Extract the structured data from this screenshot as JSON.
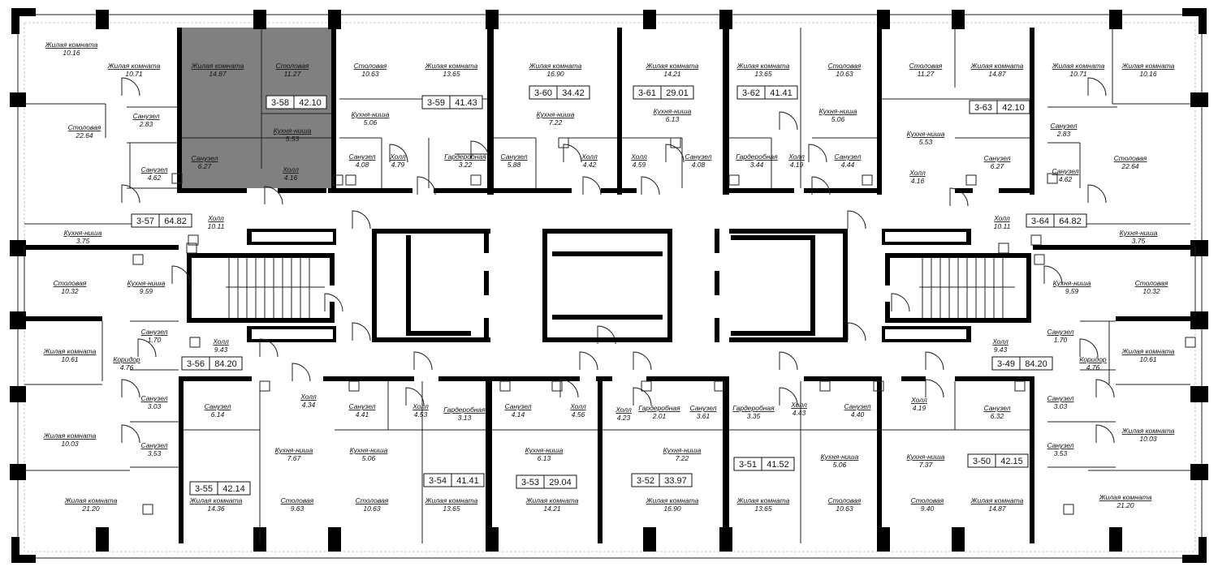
{
  "highlight_color": "#808080",
  "apartments": [
    {
      "id": "3-57",
      "area": "64.82"
    },
    {
      "id": "3-58",
      "area": "42.10",
      "selected": true
    },
    {
      "id": "3-59",
      "area": "41.43"
    },
    {
      "id": "3-60",
      "area": "34.42"
    },
    {
      "id": "3-61",
      "area": "29.01"
    },
    {
      "id": "3-62",
      "area": "41.41"
    },
    {
      "id": "3-63",
      "area": "42.10"
    },
    {
      "id": "3-64",
      "area": "64.82"
    },
    {
      "id": "3-56",
      "area": "84.20"
    },
    {
      "id": "3-49",
      "area": "84.20"
    },
    {
      "id": "3-55",
      "area": "42.14"
    },
    {
      "id": "3-54",
      "area": "41.41"
    },
    {
      "id": "3-53",
      "area": "29.04"
    },
    {
      "id": "3-52",
      "area": "33.97"
    },
    {
      "id": "3-51",
      "area": "41.52"
    },
    {
      "id": "3-50",
      "area": "42.15"
    }
  ],
  "rooms": [
    {
      "name": "Жилая комната",
      "area": "10.16"
    },
    {
      "name": "Жилая комната",
      "area": "10.71"
    },
    {
      "name": "Столовая",
      "area": "22.64"
    },
    {
      "name": "Санузел",
      "area": "2.83"
    },
    {
      "name": "Санузел",
      "area": "4.62"
    },
    {
      "name": "Холл",
      "area": "10.11"
    },
    {
      "name": "Кухня-ниша",
      "area": "3.75"
    },
    {
      "name": "Жилая комната",
      "area": "14.87"
    },
    {
      "name": "Столовая",
      "area": "11.27"
    },
    {
      "name": "Кухня-ниша",
      "area": "5.53"
    },
    {
      "name": "Санузел",
      "area": "6.27"
    },
    {
      "name": "Холл",
      "area": "4.16"
    },
    {
      "name": "Столовая",
      "area": "10.63"
    },
    {
      "name": "Жилая комната",
      "area": "13.65"
    },
    {
      "name": "Кухня-ниша",
      "area": "5.06"
    },
    {
      "name": "Санузел",
      "area": "4.08"
    },
    {
      "name": "Холл",
      "area": "4.79"
    },
    {
      "name": "Гардеробная",
      "area": "3.22"
    },
    {
      "name": "Жилая комната",
      "area": "16.90"
    },
    {
      "name": "Кухня-ниша",
      "area": "7.22"
    },
    {
      "name": "Санузел",
      "area": "5.88"
    },
    {
      "name": "Холл",
      "area": "4.42"
    },
    {
      "name": "Жилая комната",
      "area": "14.21"
    },
    {
      "name": "Кухня-ниша",
      "area": "6.13"
    },
    {
      "name": "Холл",
      "area": "4.59"
    },
    {
      "name": "Санузел",
      "area": "4.08"
    },
    {
      "name": "Жилая комната",
      "area": "13.65"
    },
    {
      "name": "Столовая",
      "area": "10.63"
    },
    {
      "name": "Кухня-ниша",
      "area": "5.06"
    },
    {
      "name": "Гардеробная",
      "area": "3.44"
    },
    {
      "name": "Холл",
      "area": "4.19"
    },
    {
      "name": "Санузел",
      "area": "4.44"
    },
    {
      "name": "Столовая",
      "area": "11.27"
    },
    {
      "name": "Жилая комната",
      "area": "14.87"
    },
    {
      "name": "Кухня-ниша",
      "area": "5.53"
    },
    {
      "name": "Холл",
      "area": "4.16"
    },
    {
      "name": "Санузел",
      "area": "6.27"
    },
    {
      "name": "Жилая комната",
      "area": "10.71"
    },
    {
      "name": "Жилая комната",
      "area": "10.16"
    },
    {
      "name": "Санузел",
      "area": "2.83"
    },
    {
      "name": "Санузел",
      "area": "4.62"
    },
    {
      "name": "Столовая",
      "area": "22.64"
    },
    {
      "name": "Холл",
      "area": "10.11"
    },
    {
      "name": "Кухня-ниша",
      "area": "3.75"
    },
    {
      "name": "Столовая",
      "area": "10.32"
    },
    {
      "name": "Кухня-ниша",
      "area": "9.59"
    },
    {
      "name": "Санузел",
      "area": "1.70"
    },
    {
      "name": "Холл",
      "area": "9.43"
    },
    {
      "name": "Жилая комната",
      "area": "10.61"
    },
    {
      "name": "Коридор",
      "area": "4.76"
    },
    {
      "name": "Санузел",
      "area": "3.03"
    },
    {
      "name": "Жилая комната",
      "area": "10.03"
    },
    {
      "name": "Санузел",
      "area": "3.53"
    },
    {
      "name": "Жилая комната",
      "area": "21.20"
    },
    {
      "name": "Кухня-ниша",
      "area": "9.59"
    },
    {
      "name": "Столовая",
      "area": "10.32"
    },
    {
      "name": "Холл",
      "area": "9.43"
    },
    {
      "name": "Санузел",
      "area": "1.70"
    },
    {
      "name": "Жилая комната",
      "area": "10.61"
    },
    {
      "name": "Коридор",
      "area": "4.76"
    },
    {
      "name": "Санузел",
      "area": "3.03"
    },
    {
      "name": "Жилая комната",
      "area": "10.03"
    },
    {
      "name": "Санузел",
      "area": "3.53"
    },
    {
      "name": "Жилая комната",
      "area": "21.20"
    },
    {
      "name": "Холл",
      "area": "4.34"
    },
    {
      "name": "Санузел",
      "area": "6.14"
    },
    {
      "name": "Кухня-ниша",
      "area": "7.67"
    },
    {
      "name": "Жилая комната",
      "area": "14.36"
    },
    {
      "name": "Столовая",
      "area": "9.63"
    },
    {
      "name": "Санузел",
      "area": "4.41"
    },
    {
      "name": "Холл",
      "area": "4.53"
    },
    {
      "name": "Гардеробная",
      "area": "3.13"
    },
    {
      "name": "Кухня-ниша",
      "area": "5.06"
    },
    {
      "name": "Столовая",
      "area": "10.63"
    },
    {
      "name": "Жилая комната",
      "area": "13.65"
    },
    {
      "name": "Санузел",
      "area": "4.14"
    },
    {
      "name": "Холл",
      "area": "4.56"
    },
    {
      "name": "Кухня-ниша",
      "area": "6.13"
    },
    {
      "name": "Жилая комната",
      "area": "14.21"
    },
    {
      "name": "Холл",
      "area": "4.23"
    },
    {
      "name": "Гардеробная",
      "area": "2.01"
    },
    {
      "name": "Санузел",
      "area": "3.61"
    },
    {
      "name": "Кухня-ниша",
      "area": "7.22"
    },
    {
      "name": "Жилая комната",
      "area": "16.90"
    },
    {
      "name": "Гардеробная",
      "area": "3.35"
    },
    {
      "name": "Холл",
      "area": "4.43"
    },
    {
      "name": "Санузел",
      "area": "4.40"
    },
    {
      "name": "Кухня-ниша",
      "area": "5.06"
    },
    {
      "name": "Жилая комната",
      "area": "13.65"
    },
    {
      "name": "Столовая",
      "area": "10.63"
    },
    {
      "name": "Холл",
      "area": "4.19"
    },
    {
      "name": "Санузел",
      "area": "6.32"
    },
    {
      "name": "Кухня-ниша",
      "area": "7.37"
    },
    {
      "name": "Столовая",
      "area": "9.40"
    },
    {
      "name": "Жилая комната",
      "area": "14.87"
    }
  ]
}
